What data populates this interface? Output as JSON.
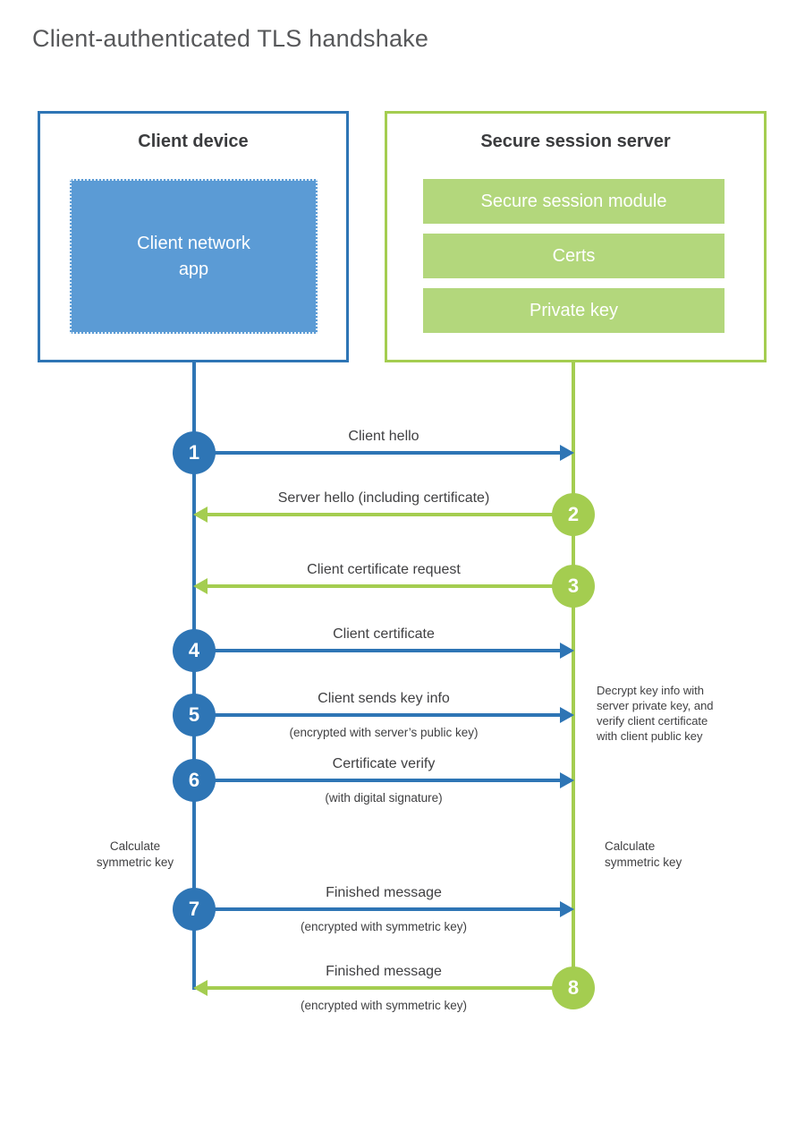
{
  "page": {
    "title": "Client-authenticated TLS handshake"
  },
  "colors": {
    "blue": "#2e75b5",
    "blue_fill": "#5b9bd5",
    "green": "#a4cd50",
    "green_fill": "#b3d77c",
    "text_dark": "#404042",
    "title_gray": "#57585a"
  },
  "client_box": {
    "title": "Client device",
    "app_label": "Client network\napp"
  },
  "server_box": {
    "title": "Secure session server",
    "modules": [
      "Secure session module",
      "Certs",
      "Private key"
    ]
  },
  "steps": [
    {
      "num": "1",
      "label": "Client hello",
      "direction": "client-to-server"
    },
    {
      "num": "2",
      "label": "Server hello (including certificate)",
      "direction": "server-to-client"
    },
    {
      "num": "3",
      "label": "Client certificate request",
      "direction": "server-to-client"
    },
    {
      "num": "4",
      "label": "Client certificate",
      "direction": "client-to-server"
    },
    {
      "num": "5",
      "label": "Client sends key info",
      "sub": "(encrypted with server’s public key)",
      "direction": "client-to-server"
    },
    {
      "num": "6",
      "label": "Certificate verify",
      "sub": "(with digital signature)",
      "direction": "client-to-server"
    },
    {
      "num": "7",
      "label": "Finished message",
      "sub": "(encrypted with symmetric key)",
      "direction": "client-to-server"
    },
    {
      "num": "8",
      "label": "Finished message",
      "sub": "(encrypted with symmetric key)",
      "direction": "server-to-client"
    }
  ],
  "annotations": {
    "decrypt_note": "Decrypt key info with\nserver private key, and\nverify client certificate\nwith client public key",
    "calculate_left": "Calculate\nsymmetric key",
    "calculate_right": "Calculate\nsymmetric key"
  }
}
